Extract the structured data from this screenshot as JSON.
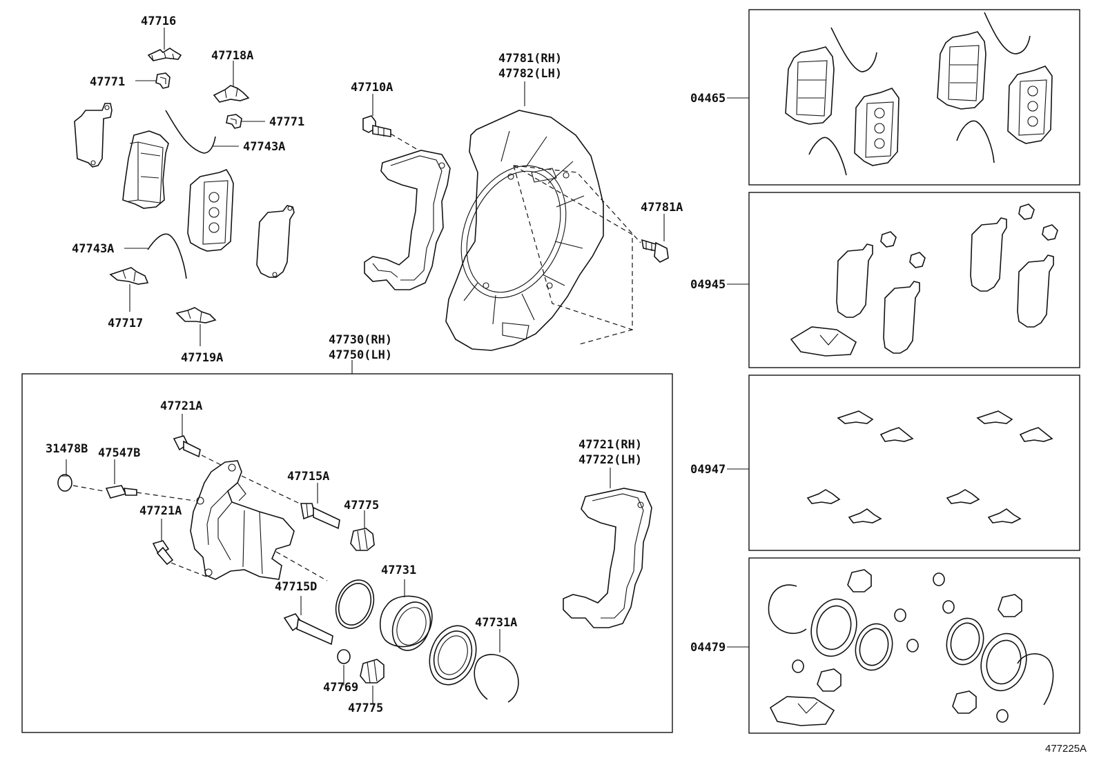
{
  "labels": {
    "l47716": "47716",
    "l47718A": "47718A",
    "l47771a": "47771",
    "l47771b": "47771",
    "l47743Aa": "47743A",
    "l47743Ab": "47743A",
    "l47717": "47717",
    "l47719A": "47719A",
    "l47710A": "47710A",
    "l47781RH": "47781(RH)",
    "l47782LH": "47782(LH)",
    "l47781A": "47781A",
    "l47730RH": "47730(RH)",
    "l47750LH": "47750(LH)",
    "l47721Aa": "47721A",
    "l31478B": "31478B",
    "l47547B": "47547B",
    "l47721Ab": "47721A",
    "l47715A": "47715A",
    "l47775a": "47775",
    "l47731": "47731",
    "l47715D": "47715D",
    "l47731A": "47731A",
    "l47769": "47769",
    "l47775b": "47775",
    "l47721RH": "47721(RH)",
    "l47722LH": "47722(LH)",
    "k04465": "04465",
    "k04945": "04945",
    "k04947": "04947",
    "k04479": "04479"
  },
  "figure_id": "477225A"
}
